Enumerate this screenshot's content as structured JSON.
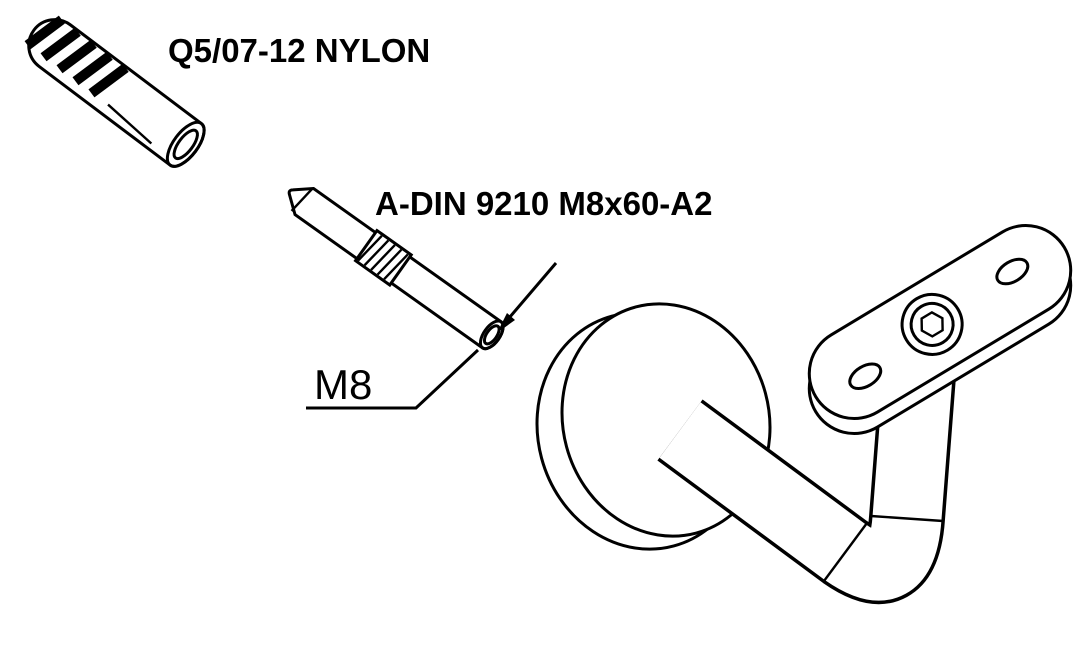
{
  "drawing": {
    "background": "#ffffff",
    "line_color": "#000000",
    "labels": {
      "anchor_label": "Q5/07-12 NYLON",
      "bolt_label": "A-DIN 9210 M8x60-A2",
      "thread_dimension": "M8"
    },
    "parts": {
      "anchor": "nylon-wall-plug",
      "bolt": "hanger-bolt-din-9210",
      "bracket": "handrail-bracket"
    }
  }
}
